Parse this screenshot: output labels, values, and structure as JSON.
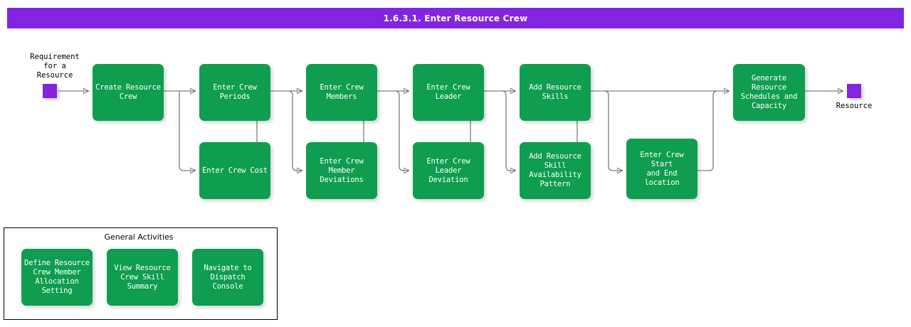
{
  "header": {
    "title": "1.6.3.1. Enter Resource Crew",
    "bar_color": "#8324e0",
    "text_color": "#ffffff"
  },
  "theme": {
    "node_color": "#0f9d4f",
    "node_text_color": "#ffffff",
    "terminator_color": "#8324e0",
    "connector_color": "#636363",
    "background": "#ffffff"
  },
  "terminators": {
    "start": {
      "label": "Requirement\nfor a\nResource",
      "name": "start-terminator"
    },
    "end": {
      "label": "Resource",
      "name": "end-terminator"
    }
  },
  "flow": {
    "nodes": [
      {
        "id": "create-resource-crew",
        "label": "Create Resource\nCrew"
      },
      {
        "id": "enter-crew-periods",
        "label": "Enter Crew\nPeriods"
      },
      {
        "id": "enter-crew-cost",
        "label": "Enter Crew Cost"
      },
      {
        "id": "enter-crew-members",
        "label": "Enter Crew\nMembers"
      },
      {
        "id": "enter-crew-member-deviations",
        "label": "Enter Crew\nMember\nDeviations"
      },
      {
        "id": "enter-crew-leader",
        "label": "Enter Crew\nLeader"
      },
      {
        "id": "enter-crew-leader-deviation",
        "label": "Enter Crew\nLeader\nDeviation"
      },
      {
        "id": "add-resource-skills",
        "label": "Add Resource\nSkills"
      },
      {
        "id": "add-resource-skill-availability-pattern",
        "label": "Add Resource\nSkill Availability\nPattern"
      },
      {
        "id": "enter-crew-start-and-end-location",
        "label": "Enter Crew Start\nand End location"
      },
      {
        "id": "generate-resource-schedules-and-capacity",
        "label": "Generate\nResource\nSchedules and\nCapacity"
      }
    ]
  },
  "general_activities": {
    "title": "General Activities",
    "nodes": [
      {
        "id": "define-resource-crew-member-allocation-setting",
        "label": "Define Resource\nCrew Member\nAllocation\nSetting"
      },
      {
        "id": "view-resource-crew-skill-summary",
        "label": "View Resource\nCrew Skill\nSummary"
      },
      {
        "id": "navigate-to-dispatch-console",
        "label": "Navigate to\nDispatch\nConsole"
      }
    ]
  }
}
